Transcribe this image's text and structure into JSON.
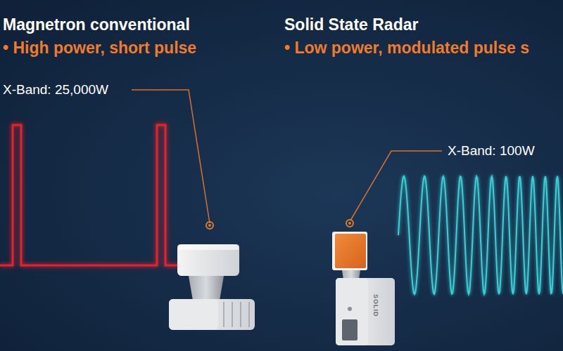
{
  "diagram": {
    "labels": [
      "Magnetron conventional",
      "• High power, short pulse",
      "X-Band: 25,000W",
      "Solid State Radar",
      "• Low power, modulated pulse s",
      "X-Band: 100W",
      "SOLID"
    ]
  }
}
